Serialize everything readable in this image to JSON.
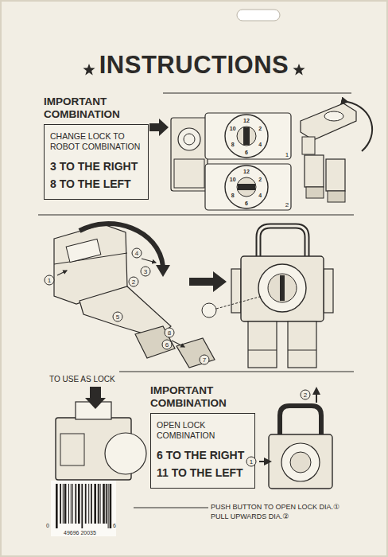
{
  "diagram": {
    "title": "INSTRUCTIONS",
    "nodes": [
      {
        "text": [
          "IMPORTANT COMBINATION",
          "CHANGE LOCK TO ROBOT COMBINATION",
          "3 TO THE RIGHT",
          "8 TO THE LEFT"
        ]
      },
      {
        "text": [
          "IMPORTANT COMBINATION",
          "OPEN LOCK COMBINATION",
          "6 TO THE RIGHT",
          "11 TO THE LEFT"
        ]
      }
    ],
    "labels": [
      "10",
      "12",
      "2",
      "4",
      "6",
      "8",
      "1",
      "10",
      "12",
      "2",
      "4",
      "6",
      "8",
      "2",
      "1",
      "2",
      "3",
      "4",
      "5",
      "6",
      "7",
      "8",
      "TO USE AS LOCK",
      "1",
      "2",
      "PUSH BUTTON TO OPEN LOCK DIA.①",
      "PULL UPWARDS DIA.②",
      "0",
      "6",
      "49696 20035"
    ]
  }
}
